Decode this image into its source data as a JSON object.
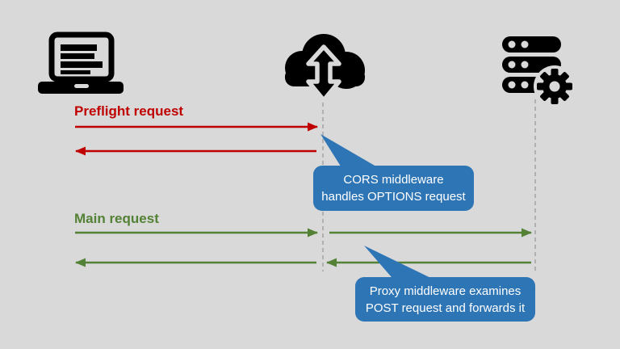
{
  "diagram": {
    "background": "#d9d9d9",
    "nodes": [
      {
        "id": "client",
        "icon": "laptop-icon"
      },
      {
        "id": "middleware",
        "icon": "cloud-sync-icon"
      },
      {
        "id": "server",
        "icon": "server-gear-icon"
      }
    ],
    "labels": {
      "preflight": "Preflight request",
      "main": "Main request"
    },
    "callouts": {
      "cors": {
        "line1": "CORS middleware",
        "line2": "handles OPTIONS request"
      },
      "proxy": {
        "line1": "Proxy middleware examines",
        "line2": "POST request and forwards it"
      }
    },
    "colors": {
      "red_arrow": "#c00000",
      "green_arrow": "#538135",
      "callout_blue": "#2e75b6",
      "lifeline_gray": "#a6a6a6",
      "icon_black": "#000000"
    }
  }
}
